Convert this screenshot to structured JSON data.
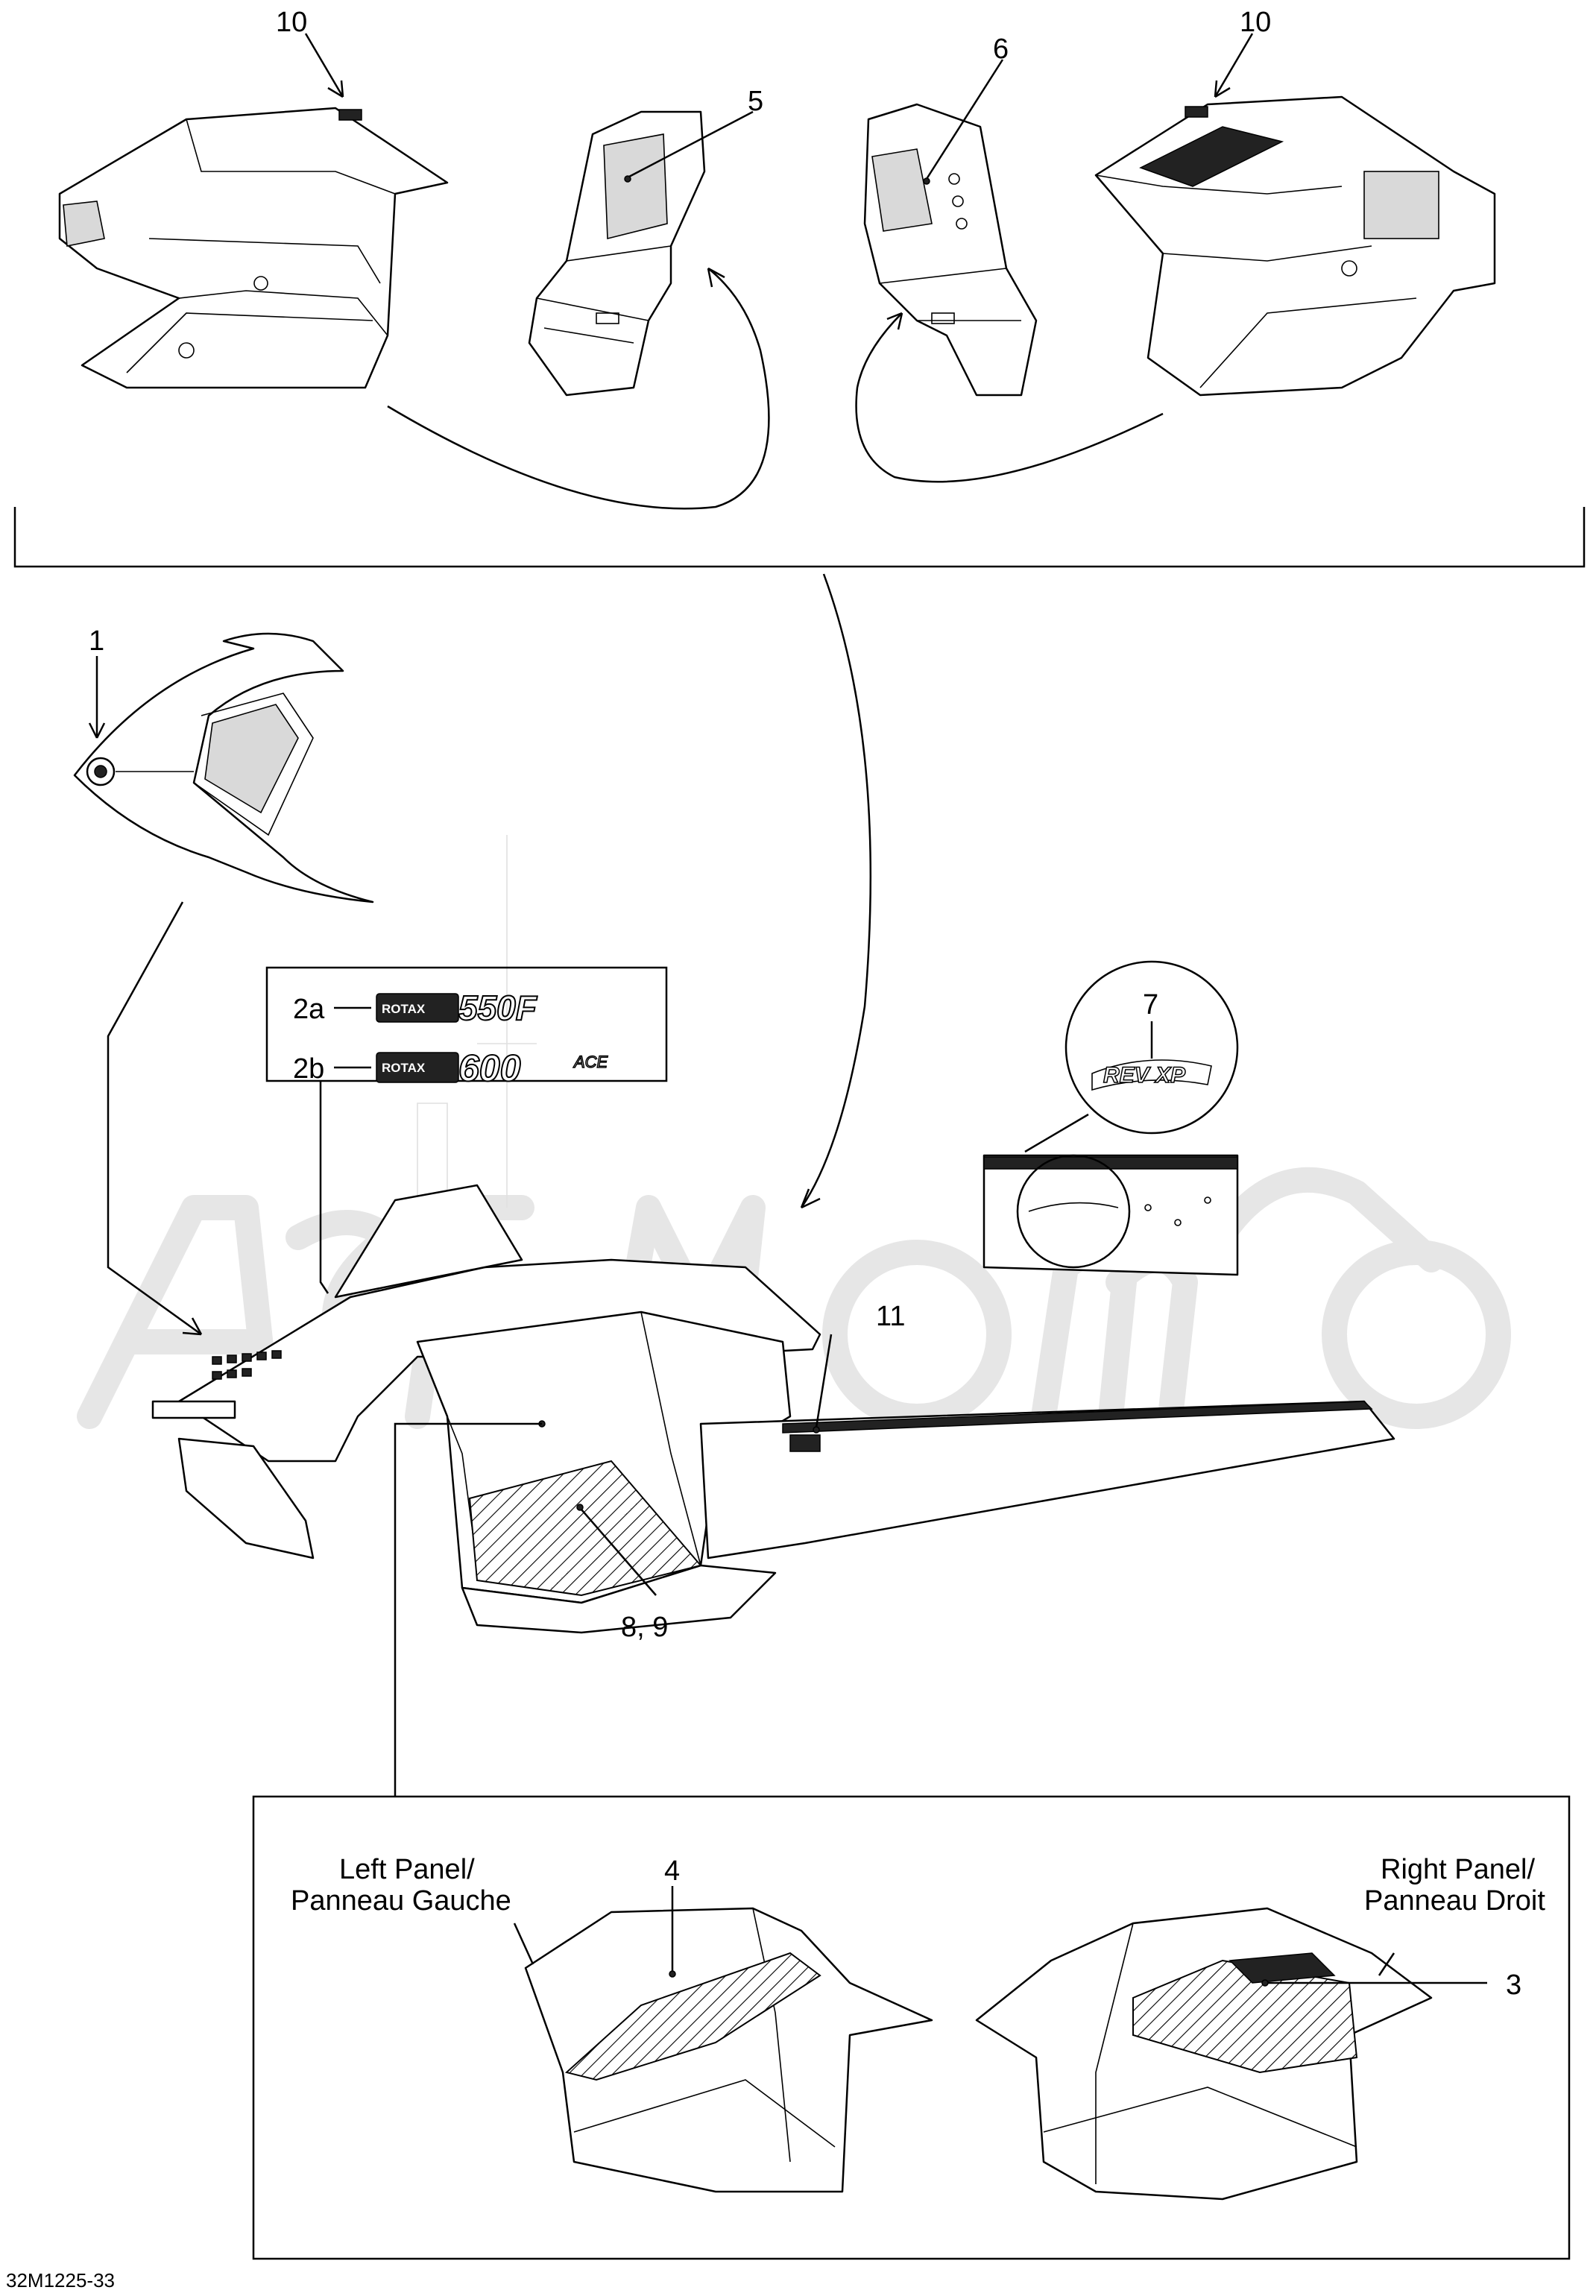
{
  "callouts": {
    "c1": "1",
    "c2a": "2a",
    "c2b": "2b",
    "c3": "3",
    "c4": "4",
    "c5": "5",
    "c6": "6",
    "c7": "7",
    "c8_9": "8, 9",
    "c10_left": "10",
    "c10_right": "10",
    "c11": "11"
  },
  "decals": {
    "d2a": {
      "brand": "ROTAX",
      "model": "550F",
      "suffix": ""
    },
    "d2b": {
      "brand": "ROTAX",
      "model": "600",
      "suffix": "ACE"
    },
    "d7": {
      "text": "REV XP"
    }
  },
  "panels": {
    "left_line1": "Left Panel/",
    "left_line2": "Panneau Gauche",
    "right_line1": "Right Panel/",
    "right_line2": "Panneau Droit"
  },
  "figure_ref": "32M1225-33",
  "colors": {
    "ink": "#000000",
    "shade": "#d9d9d9",
    "watermark": "#e6e6e6"
  }
}
